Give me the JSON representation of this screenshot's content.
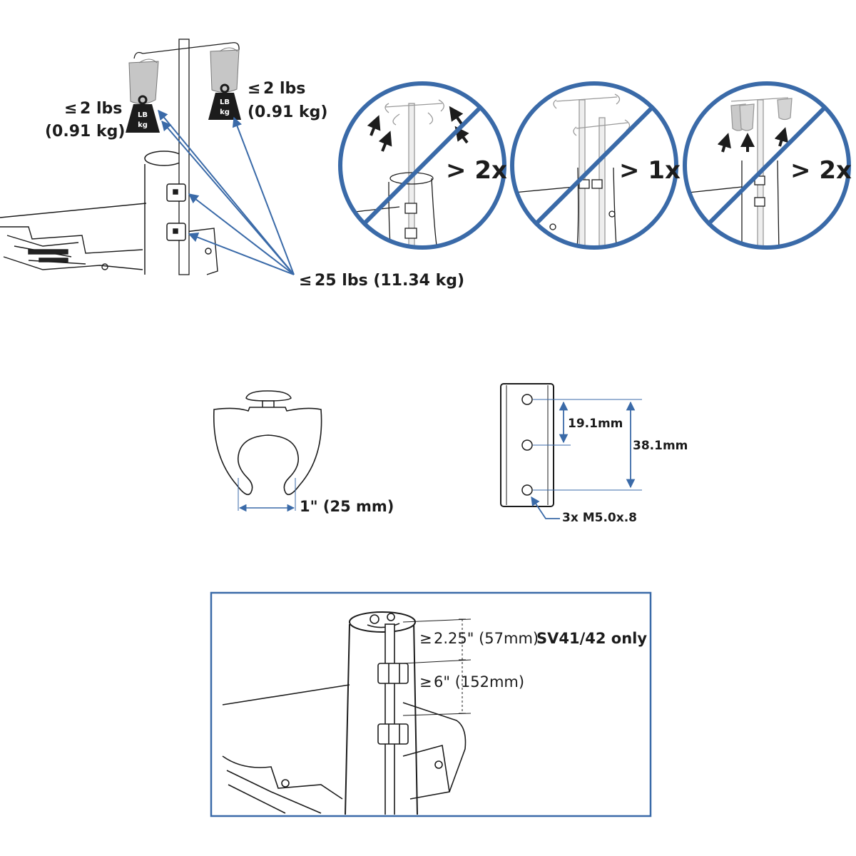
{
  "load_limits": {
    "bag_left_weight": "2 lbs",
    "bag_left_weight_metric": "(0.91 kg)",
    "bag_right_weight": "2 lbs",
    "bag_right_weight_metric": "(0.91 kg)",
    "total_weight": "25 lbs (11.34 kg)",
    "weight_icon_top": "LB",
    "weight_icon_bottom": "kg"
  },
  "prohibited": [
    {
      "label": "> 2x"
    },
    {
      "label": "> 1x"
    },
    {
      "label": "> 2x"
    }
  ],
  "clamp": {
    "diameter_label": "1\" (25 mm)"
  },
  "bracket": {
    "spacing_short": "19.1mm",
    "spacing_long": "38.1mm",
    "screws": "3x M5.0x.8"
  },
  "clearance": {
    "top_clearance_value": "2.25\" (57mm)",
    "top_clearance_note": "SV41/42 only",
    "spacing_value": "6\" (152mm)"
  },
  "colors": {
    "accent": "#3a6aa8",
    "line": "#1c1c1c",
    "muted": "#b5b5b5"
  }
}
